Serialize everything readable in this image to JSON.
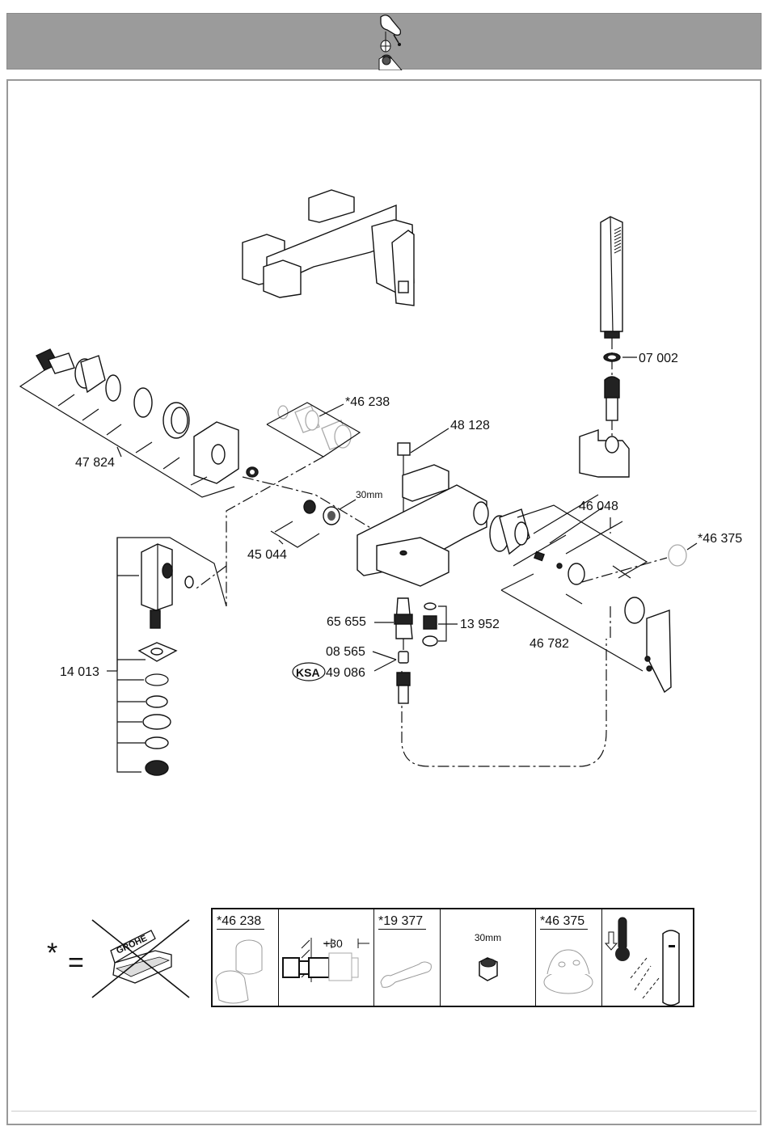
{
  "header": {
    "icon": "faucet-lever-cartridge-icon"
  },
  "diagram": {
    "title": "Exploded parts diagram - wall-mounted bath mixer with hand shower",
    "labels": {
      "p07002": "07 002",
      "p46238": "*46 238",
      "p48128": "48 128",
      "p47824": "47 824",
      "p30mm": "30mm",
      "p46048": "46 048",
      "p46375": "*46 375",
      "p45044": "45 044",
      "p65655": "65 655",
      "p13952": "13 952",
      "p46782": "46 782",
      "p08565": "08 565",
      "ksa": "KSA",
      "p49086": "49 086",
      "p14013": "14 013"
    }
  },
  "legend": {
    "star": "*",
    "equals": "=",
    "not_included_icon": "grohe-box-crossed-icon",
    "cells": [
      {
        "code": "*46 238",
        "icon": "extension-sleeves-icon"
      },
      {
        "code": "",
        "dimension": "+30",
        "icon": "extension-dimension-icon"
      },
      {
        "code": "*19 377",
        "icon": "wrench-icon"
      },
      {
        "code": "",
        "text": "30mm",
        "icon": "hex-nut-icon"
      },
      {
        "code": "*46 375",
        "icon": "temperature-stop-icon"
      },
      {
        "code": "",
        "icon": "thermometer-lever-icon"
      }
    ]
  }
}
